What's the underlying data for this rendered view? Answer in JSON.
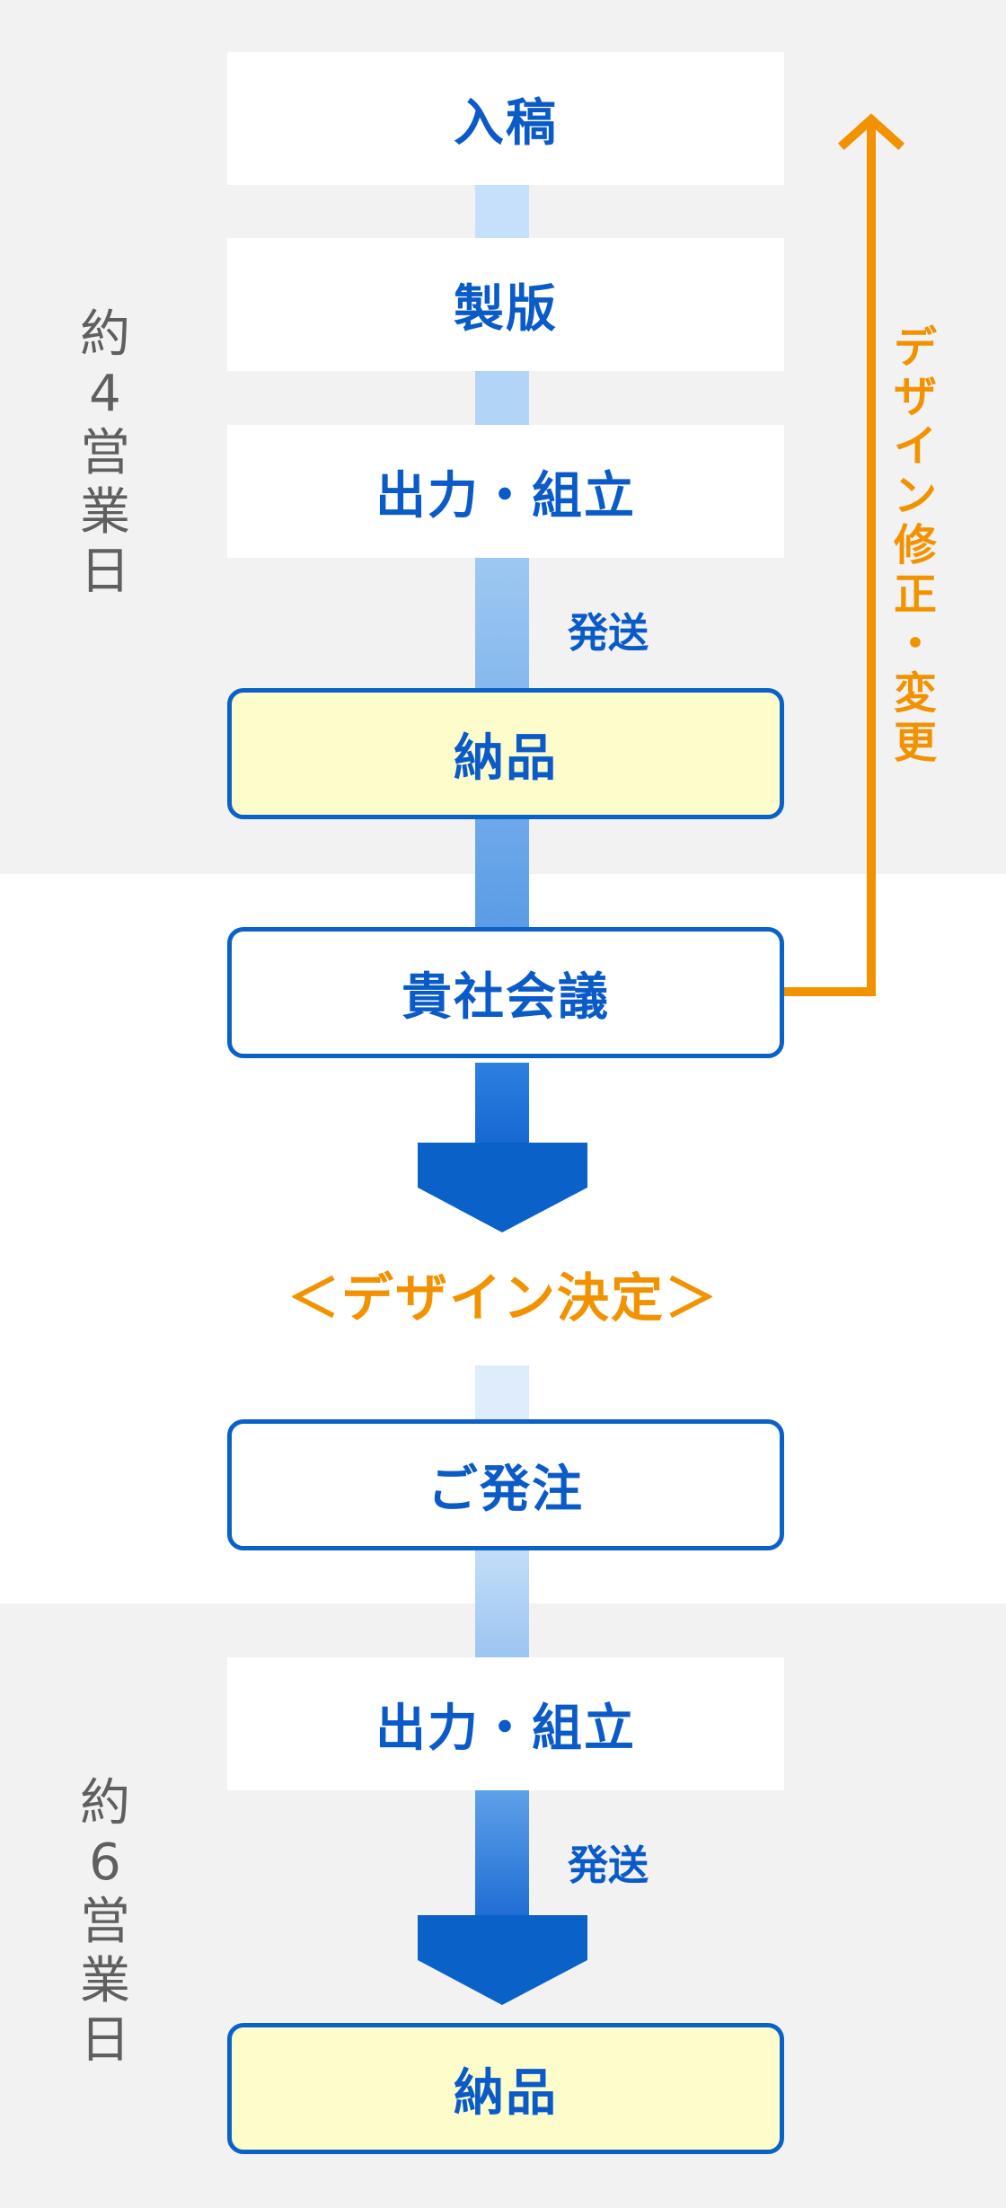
{
  "steps": {
    "nyuko": "入稿",
    "seihan": "製版",
    "shutsuryoku1": "出力・組立",
    "nohin1": "納品",
    "kaigi": "貴社会議",
    "hatchu": "ご発注",
    "shutsuryoku2": "出力・組立",
    "nohin2": "納品"
  },
  "shipping": {
    "label1": "発送",
    "label2": "発送"
  },
  "decision": "＜デザイン決定＞",
  "revision": [
    "デ",
    "ザ",
    "イ",
    "ン",
    "修",
    "正",
    "・",
    "変",
    "更"
  ],
  "durations": {
    "top": [
      "約",
      "4",
      "営",
      "業",
      "日"
    ],
    "bottom": [
      "約",
      "6",
      "営",
      "業",
      "日"
    ]
  },
  "colors": {
    "primary_blue": "#0a5bc8",
    "accent_orange": "#f39200",
    "delivery_fill": "#fdfccb",
    "band_gray": "#f2f2f2"
  }
}
